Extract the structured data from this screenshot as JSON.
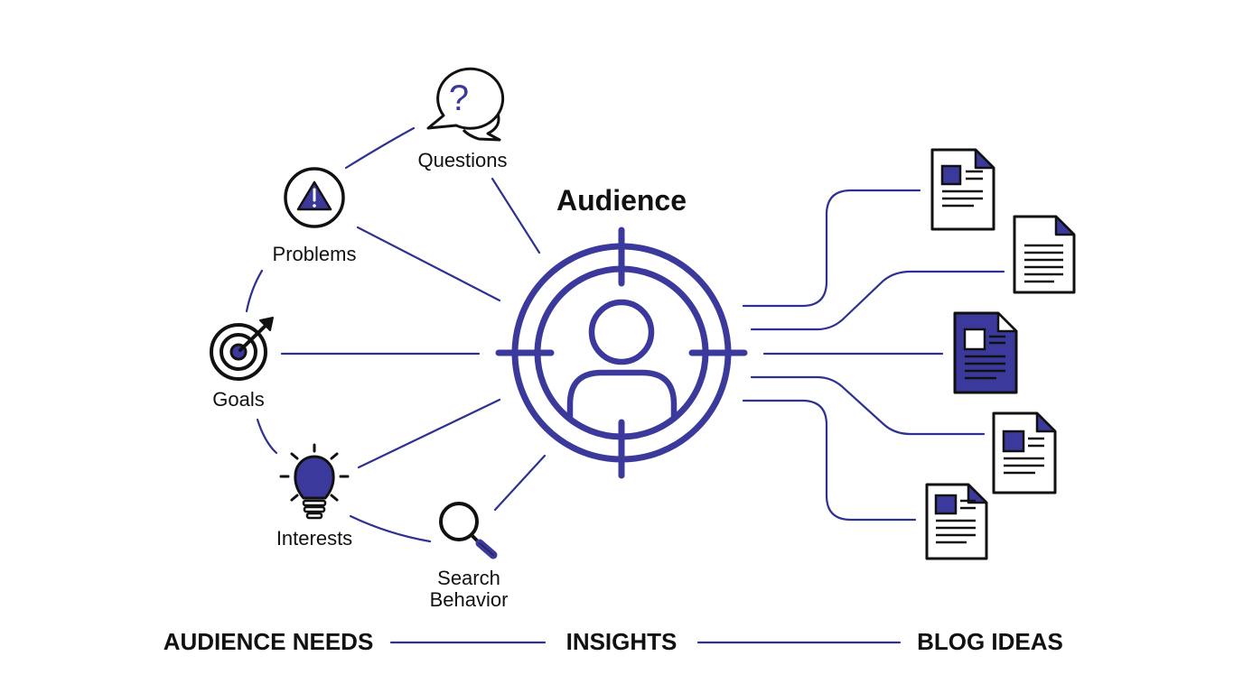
{
  "title": "Audience",
  "needs": {
    "questions": "Questions",
    "problems": "Problems",
    "goals": "Goals",
    "interests": "Interests",
    "search_behavior_line1": "Search",
    "search_behavior_line2": "Behavior"
  },
  "stages": {
    "left": "AUDIENCE NEEDS",
    "middle": "INSIGHTS",
    "right": "BLOG IDEAS"
  },
  "colors": {
    "accent": "#3b3a9c",
    "ink": "#111111"
  },
  "icons": {
    "questions": "speech-bubbles-question-icon",
    "problems": "warning-circle-icon",
    "goals": "target-arrow-icon",
    "interests": "lightbulb-icon",
    "search_behavior": "magnifying-glass-icon",
    "audience": "crosshair-user-icon",
    "blog_ideas": "document-icon"
  },
  "blog_ideas": {
    "highlighted_index": 2,
    "count": 5
  }
}
